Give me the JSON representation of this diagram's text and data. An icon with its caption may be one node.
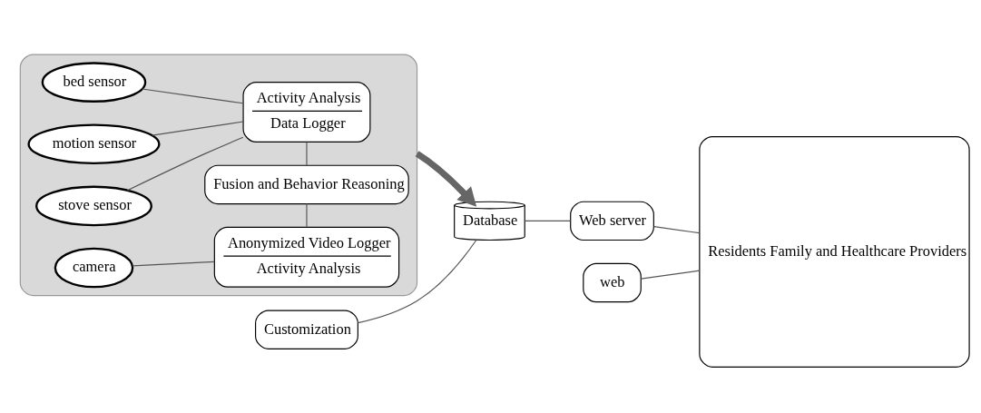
{
  "diagram": {
    "nodes": [
      {
        "text": [],
        "shape": "box"
      },
      {
        "text": [
          "camera"
        ],
        "in": 0
      },
      {
        "text": [
          "Anonymized Video Logger",
          "Activity Analysis"
        ],
        "in": 0
      },
      {
        "text": [
          "Fusion and Behavior Reasoning"
        ],
        "in": 0
      },
      {
        "text": [
          "Activity Analysis",
          "Data Logger"
        ],
        "in": 0
      },
      {
        "text": [
          "bed sensor"
        ],
        "in": 0
      },
      {
        "text": [
          "motion sensor"
        ],
        "in": 0
      },
      {
        "text": [
          "stove sensor"
        ],
        "in": 0
      },
      {
        "text": [
          "Customization"
        ]
      },
      {
        "text": [
          "web"
        ]
      },
      {
        "text": [
          "Database"
        ]
      },
      {
        "text": [
          "Web server"
        ]
      },
      {
        "text": [
          "Residents Family and Healthcare Providers"
        ]
      }
    ],
    "edges": [
      {
        "from": 1,
        "to": 2,
        "arrow": "none"
      },
      {
        "from": 2,
        "to": 3,
        "arrow": "none"
      },
      {
        "from": 3,
        "to": 4,
        "arrow": "none"
      },
      {
        "from": 5,
        "to": 4,
        "arrow": "none"
      },
      {
        "from": 6,
        "to": 4,
        "arrow": "none"
      },
      {
        "from": 7,
        "to": 4,
        "arrow": "none"
      },
      {
        "from": 0,
        "to": 10,
        "arrow": "to",
        "style": "thick",
        "color": "#666666"
      },
      {
        "from": 8,
        "to": 10,
        "arrow": "none"
      },
      {
        "from": 9,
        "to": 12,
        "arrow": "none"
      },
      {
        "from": 10,
        "to": 11,
        "arrow": "none"
      },
      {
        "from": 11,
        "to": 12,
        "arrow": "none"
      }
    ]
  }
}
